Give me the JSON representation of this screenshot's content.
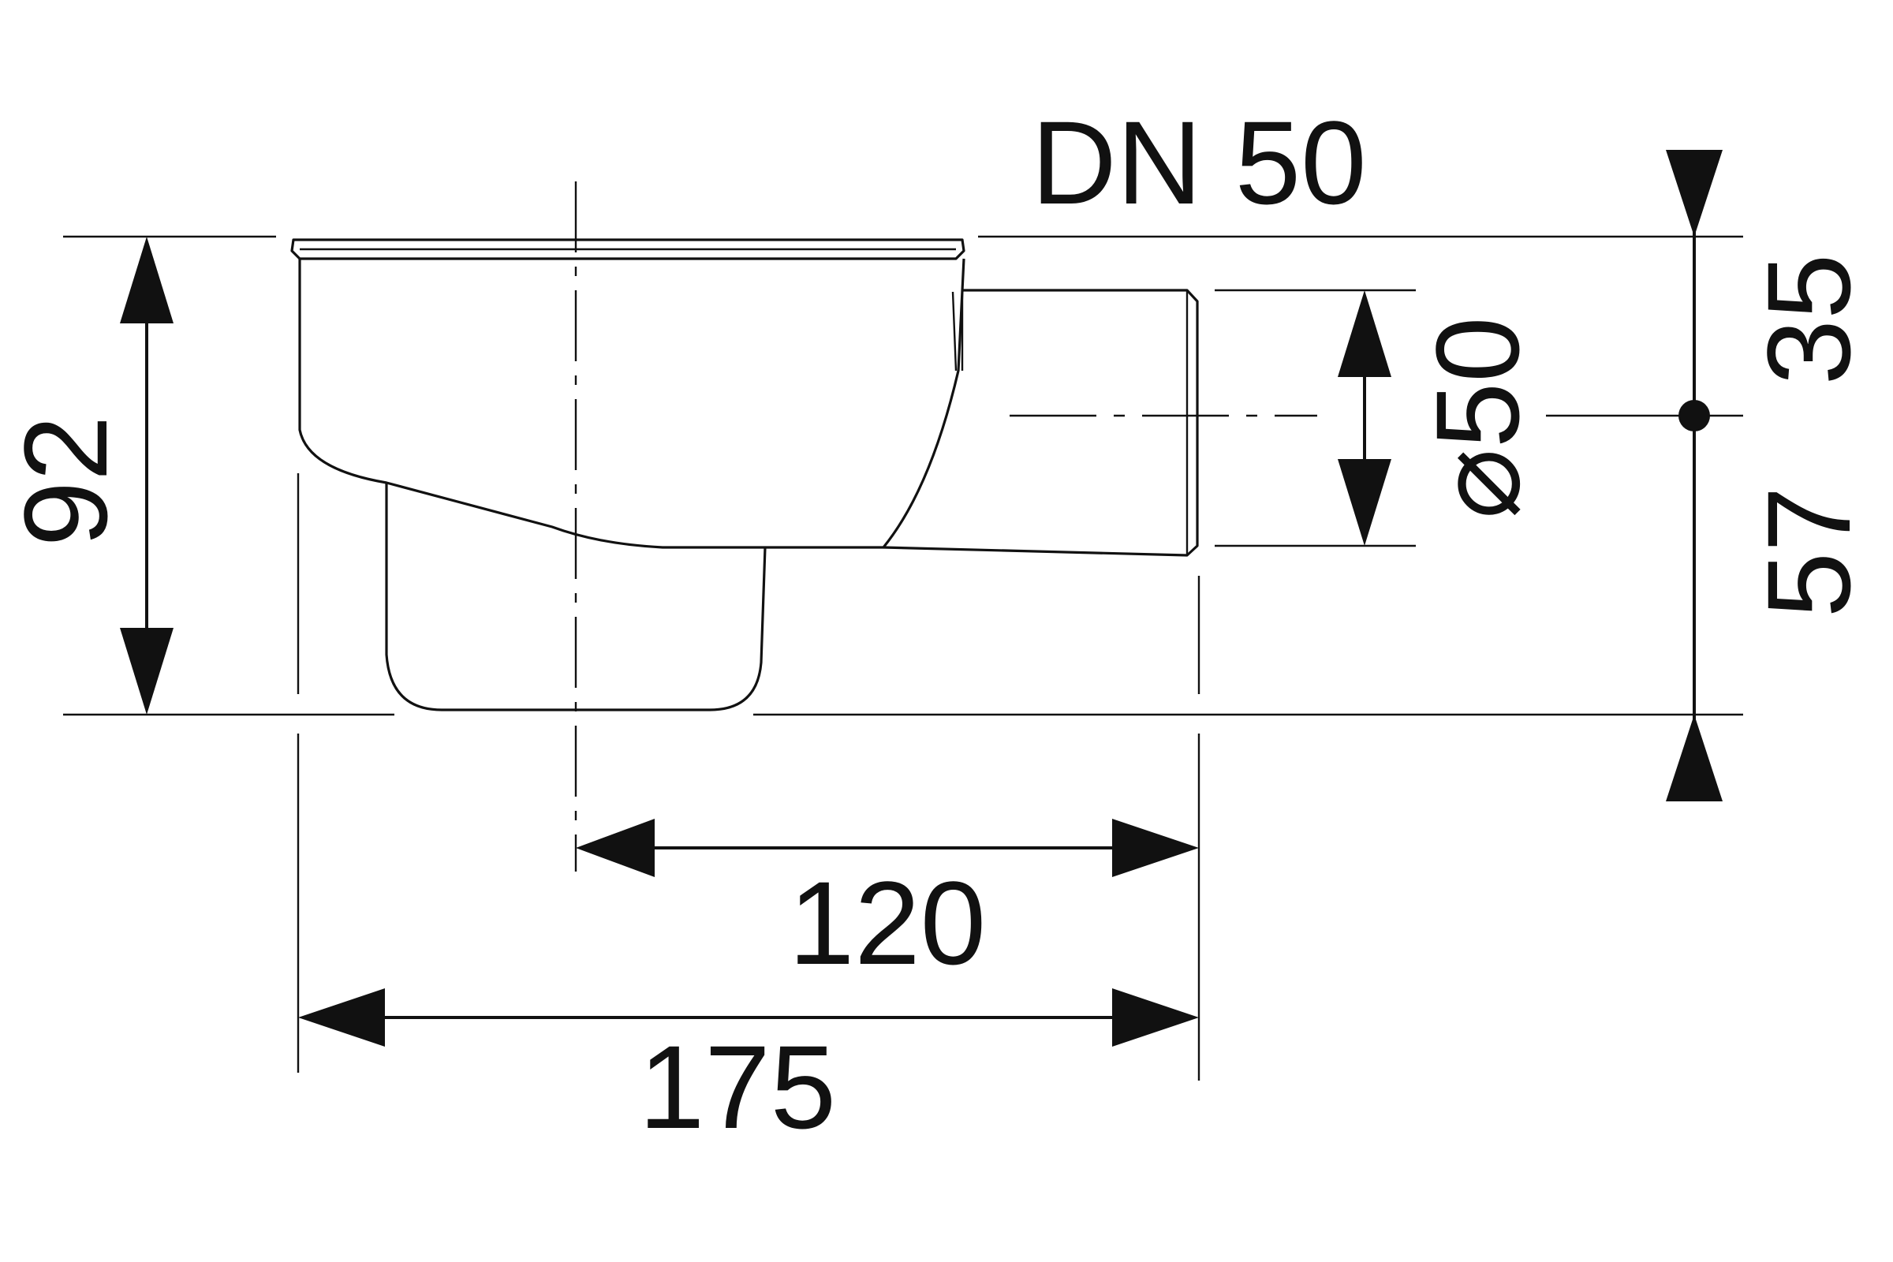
{
  "drawing": {
    "nominal_size": "DN 50",
    "dimensions": {
      "overall_height": "92",
      "outlet_diameter": "⌀50",
      "top_to_outlet_axis": "35",
      "outlet_axis_to_bottom": "57",
      "axis_to_outlet_end": "120",
      "overall_length": "175"
    }
  }
}
